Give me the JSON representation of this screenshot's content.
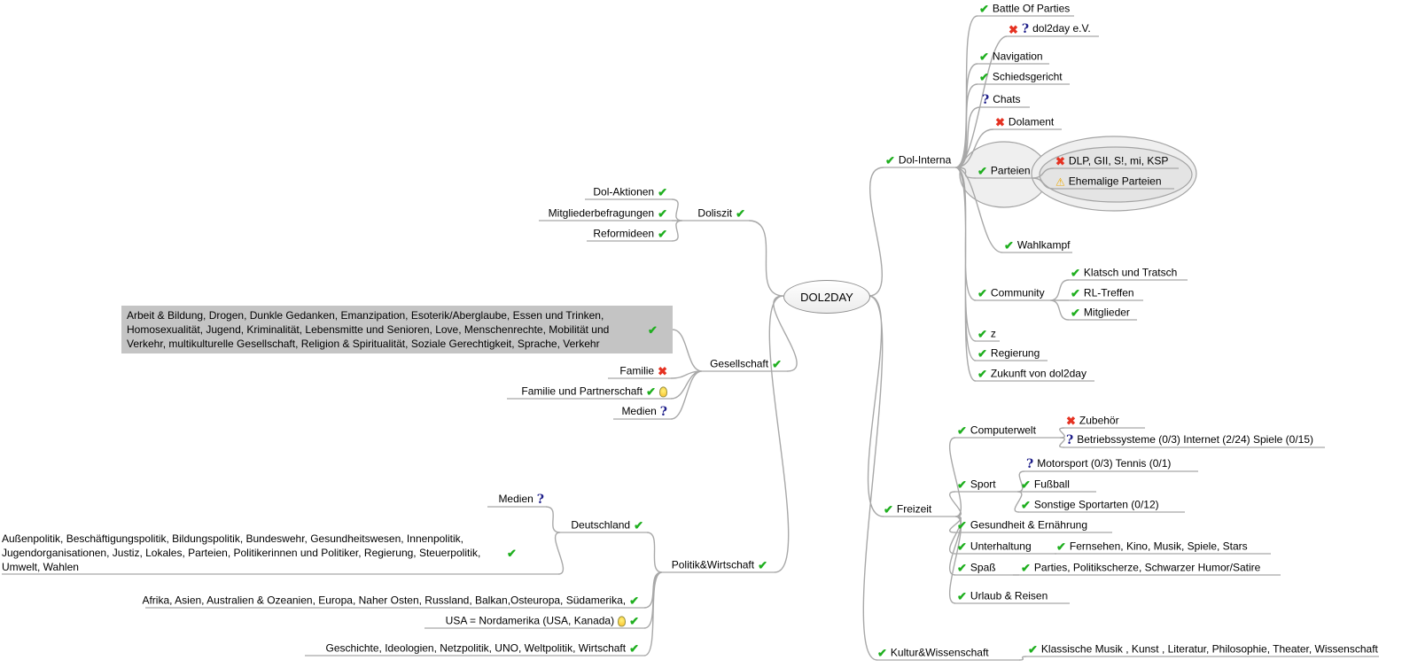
{
  "root": {
    "label": "DOL2DAY"
  },
  "glyphs": {
    "check": "✔",
    "cross": "✖",
    "question": "?",
    "warning": "⚠"
  },
  "colors": {
    "check": "#1faf1f",
    "cross": "#e53222",
    "question": "#1f1f8a",
    "warning": "#efa900",
    "edge": "#a8a8a8",
    "cloud_fill": "#efefef",
    "box_fill": "#c4c4c4"
  },
  "nodes": {
    "dol_interna": {
      "label": "Dol-Interna"
    },
    "battle_of_parties": {
      "label": "Battle Of Parties"
    },
    "dol2day_ev": {
      "label": "dol2day e.V."
    },
    "navigation": {
      "label": "Navigation"
    },
    "schiedsgericht": {
      "label": "Schiedsgericht"
    },
    "chats": {
      "label": "Chats"
    },
    "dolament": {
      "label": "Dolament"
    },
    "parteien": {
      "label": "Parteien"
    },
    "dlp": {
      "label": "DLP, GII, S!, mi, KSP"
    },
    "ehemalige": {
      "label": "Ehemalige Parteien"
    },
    "wahlkampf": {
      "label": "Wahlkampf"
    },
    "community": {
      "label": "Community"
    },
    "klatsch": {
      "label": "Klatsch und Tratsch"
    },
    "rl_treffen": {
      "label": "RL-Treffen"
    },
    "mitglieder": {
      "label": "Mitglieder"
    },
    "z": {
      "label": "z"
    },
    "regierung": {
      "label": "Regierung"
    },
    "zukunft": {
      "label": "Zukunft von dol2day"
    },
    "doliszit": {
      "label": "Doliszit"
    },
    "dol_aktionen": {
      "label": "Dol-Aktionen"
    },
    "mitgliederbefragungen": {
      "label": "Mitgliederbefragungen"
    },
    "reformideen": {
      "label": "Reformideen"
    },
    "gesellschaft": {
      "label": "Gesellschaft"
    },
    "gesellschaft_themen": {
      "label": "Arbeit & Bildung, Drogen, Dunkle Gedanken, Emanzipation, Esoterik/Aberglaube, Essen und Trinken, Homosexualität, Jugend, Kriminalität, Lebensmitte und Senioren, Love,  Menschenrechte, Mobilität und Verkehr, multikulturelle Gesellschaft, Religion & Spiritualität,  Soziale Gerechtigkeit, Sprache, Verkehr"
    },
    "familie": {
      "label": "Familie"
    },
    "familie_partnerschaft": {
      "label": "Familie und Partnerschaft"
    },
    "medien_gesellschaft": {
      "label": "Medien"
    },
    "politik": {
      "label": "Politik&Wirtschaft"
    },
    "deutschland": {
      "label": "Deutschland"
    },
    "medien_deutschland": {
      "label": "Medien"
    },
    "deutschland_themen": {
      "label": "Außenpolitik, Beschäftigungspolitik, Bildungspolitik, Bundeswehr, Gesundheitswesen, Innenpolitik, Jugendorganisationen, Justiz, Lokales, Parteien, Politikerinnen und Politiker, Regierung, Steuerpolitik, Umwelt, Wahlen"
    },
    "welt_regionen": {
      "label": "Afrika, Asien, Australien & Ozeanien, Europa,  Naher Osten,  Russland, Balkan,Osteuropa, Südamerika,"
    },
    "usa": {
      "label": "USA = Nordamerika (USA, Kanada)"
    },
    "geschichte": {
      "label": "Geschichte, Ideologien, Netzpolitik, UNO, Weltpolitik, Wirtschaft"
    },
    "freizeit": {
      "label": "Freizeit"
    },
    "computerwelt": {
      "label": "Computerwelt"
    },
    "zubehoer": {
      "label": "Zubehör"
    },
    "betriebssysteme": {
      "label": "Betriebssysteme (0/3) Internet (2/24) Spiele (0/15)"
    },
    "sport": {
      "label": "Sport"
    },
    "motorsport": {
      "label": "Motorsport (0/3)  Tennis (0/1)"
    },
    "fussball": {
      "label": "Fußball"
    },
    "sonstige_sportarten": {
      "label": "Sonstige Sportarten (0/12)"
    },
    "gesundheit": {
      "label": "Gesundheit & Ernährung"
    },
    "unterhaltung": {
      "label": "Unterhaltung"
    },
    "fernsehen": {
      "label": "Fernsehen, Kino, Musik, Spiele, Stars"
    },
    "spass": {
      "label": "Spaß"
    },
    "parties": {
      "label": "Parties, Politikscherze, Schwarzer Humor/Satire"
    },
    "urlaub": {
      "label": "Urlaub & Reisen"
    },
    "kultur": {
      "label": "Kultur&Wissenschaft"
    },
    "klassische": {
      "label": "Klassische Musik , Kunst , Literatur, Philosophie, Theater, Wissenschaft"
    }
  }
}
